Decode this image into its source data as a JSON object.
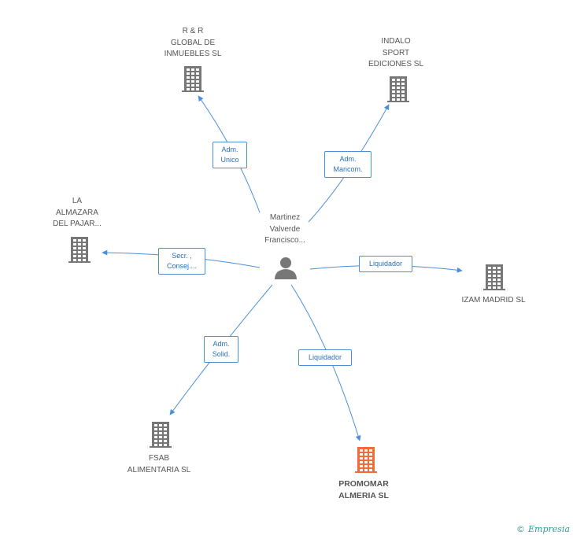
{
  "center": {
    "name": "Martinez\nValverde\nFrancisco..."
  },
  "companies": [
    {
      "id": "rr",
      "name": "R & R\nGLOBAL DE\nINMUEBLES SL",
      "highlight": false
    },
    {
      "id": "indalo",
      "name": "INDALO\nSPORT\nEDICIONES SL",
      "highlight": false
    },
    {
      "id": "almazara",
      "name": "LA\nALMAZARA\nDEL PAJAR...",
      "highlight": false
    },
    {
      "id": "izam",
      "name": "IZAM MADRID SL",
      "highlight": false
    },
    {
      "id": "fsab",
      "name": "FSAB\nALIMENTARIA SL",
      "highlight": false
    },
    {
      "id": "promomar",
      "name": "PROMOMAR\nALMERIA SL",
      "highlight": true
    }
  ],
  "relations": [
    {
      "to": "rr",
      "label": "Adm.\nUnico"
    },
    {
      "to": "indalo",
      "label": "Adm.\nMancom."
    },
    {
      "to": "almazara",
      "label": "Secr. ,\nConsej...."
    },
    {
      "to": "izam",
      "label": "Liquidador"
    },
    {
      "to": "fsab",
      "label": "Adm.\nSolid."
    },
    {
      "to": "promomar",
      "label": "Liquidador"
    }
  ],
  "colors": {
    "edge": "#4a90d9",
    "icon": "#777777",
    "highlight": "#f26b3a"
  },
  "brand": {
    "copyright": "©",
    "name": "Empresia"
  }
}
